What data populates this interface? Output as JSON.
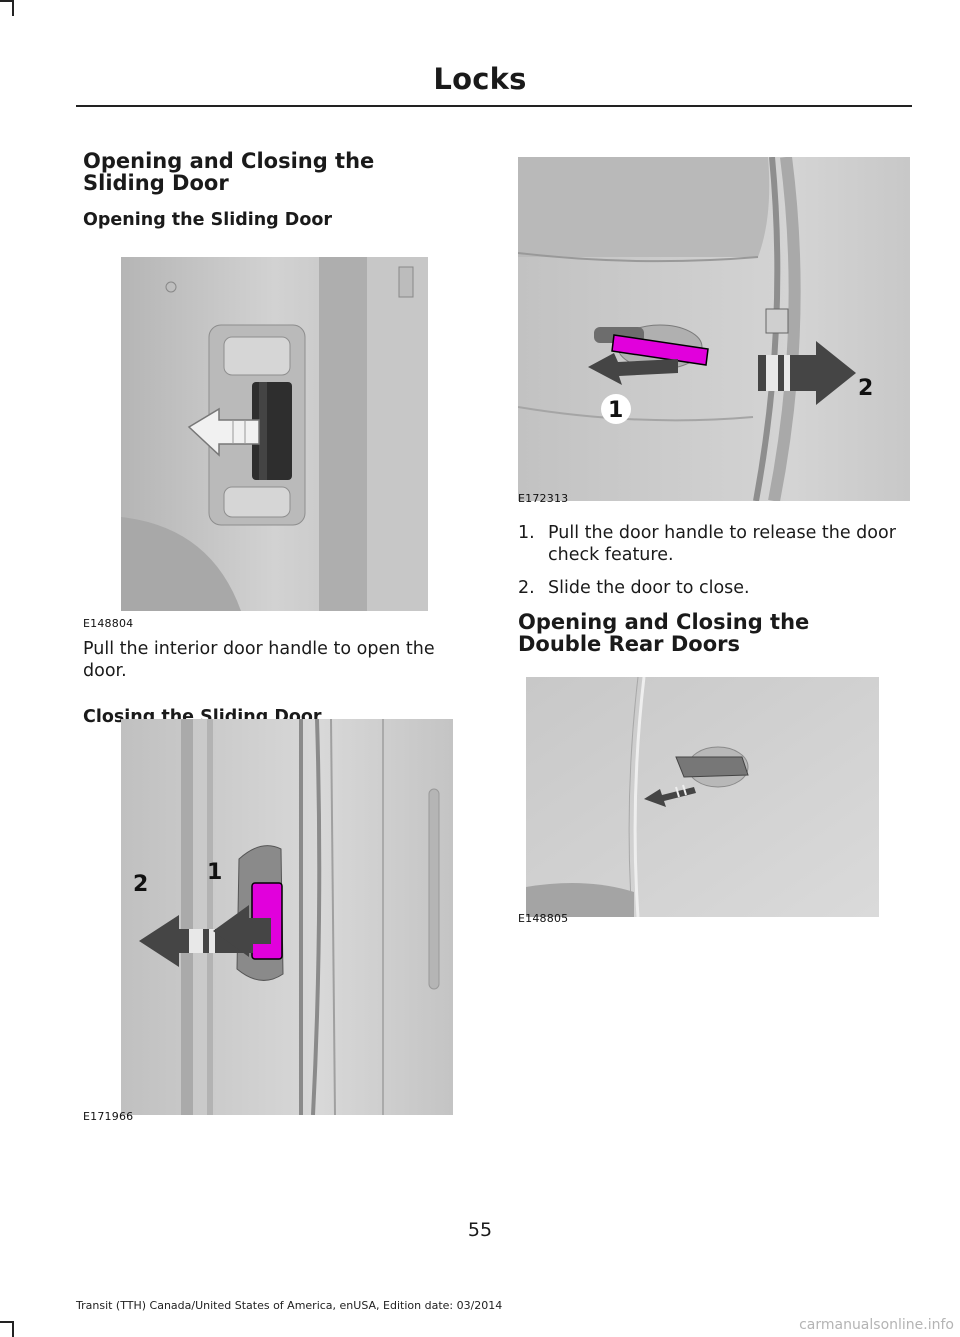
{
  "header": {
    "title": "Locks"
  },
  "left": {
    "section_title": "Opening and Closing the Sliding Door",
    "open_heading": "Opening the Sliding Door",
    "fig1_id": "E148804",
    "open_text": "Pull the interior door handle to open the door.",
    "close_heading": "Closing the Sliding Door",
    "fig2_id": "E171966",
    "fig2_callouts": [
      "1",
      "2"
    ]
  },
  "right": {
    "fig3_id": "E172313",
    "fig3_callouts": [
      "1",
      "2"
    ],
    "steps": [
      {
        "num": "1.",
        "text": "Pull the door handle to release the door check feature."
      },
      {
        "num": "2.",
        "text": "Slide the door to close."
      }
    ],
    "rear_heading": "Opening and Closing the Double Rear Doors",
    "fig4_id": "E148805"
  },
  "footer": {
    "page_number": "55",
    "edition": "Transit (TTH) Canada/United States of America, enUSA, Edition date: 03/2014",
    "watermark": "carmanualsonline.info"
  }
}
